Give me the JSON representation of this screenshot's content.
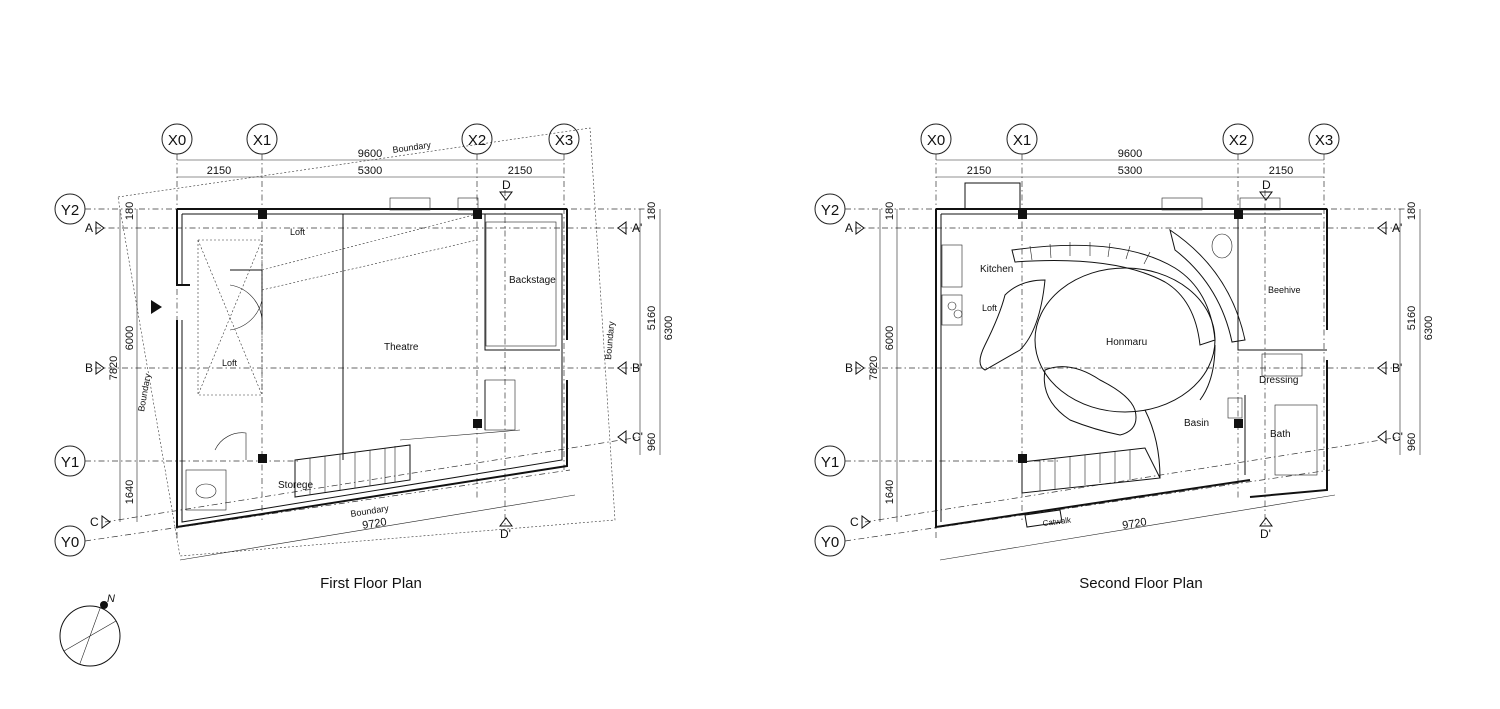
{
  "plans": [
    {
      "title": "First Floor Plan",
      "grid_x": [
        "X0",
        "X1",
        "X2",
        "X3"
      ],
      "grid_y": [
        "Y2",
        "Y1",
        "Y0"
      ],
      "section_marks": {
        "left": [
          "A",
          "B",
          "C"
        ],
        "right": [
          "A'",
          "B'",
          "C'"
        ],
        "top": "D",
        "bottom": "D'"
      },
      "dims_top": [
        "9600",
        "2150",
        "5300",
        "2150"
      ],
      "dims_left": [
        "180",
        "6000",
        "7820",
        "1640"
      ],
      "dims_right": [
        "180",
        "5160",
        "6300",
        "960"
      ],
      "dim_bottom": "9720",
      "rooms": [
        "Loft",
        "Loft",
        "Theatre",
        "Backstage",
        "Storege"
      ],
      "boundary_labels": [
        "Boundary",
        "Boundary",
        "Boundary",
        "Boundary"
      ]
    },
    {
      "title": "Second Floor Plan",
      "grid_x": [
        "X0",
        "X1",
        "X2",
        "X3"
      ],
      "grid_y": [
        "Y2",
        "Y1",
        "Y0"
      ],
      "section_marks": {
        "left": [
          "A",
          "B",
          "C"
        ],
        "right": [
          "A'",
          "B'",
          "C'"
        ],
        "top": "D",
        "bottom": "D'"
      },
      "dims_top": [
        "9600",
        "2150",
        "5300",
        "2150"
      ],
      "dims_left": [
        "180",
        "6000",
        "7820",
        "1640"
      ],
      "dims_right": [
        "180",
        "5160",
        "6300",
        "960"
      ],
      "dim_bottom": "9720",
      "rooms": [
        "Kitchen",
        "Loft",
        "Honmaru",
        "Beehive",
        "Dressing",
        "Basin",
        "Bath",
        "Catwalk"
      ]
    }
  ],
  "north_label": "N"
}
